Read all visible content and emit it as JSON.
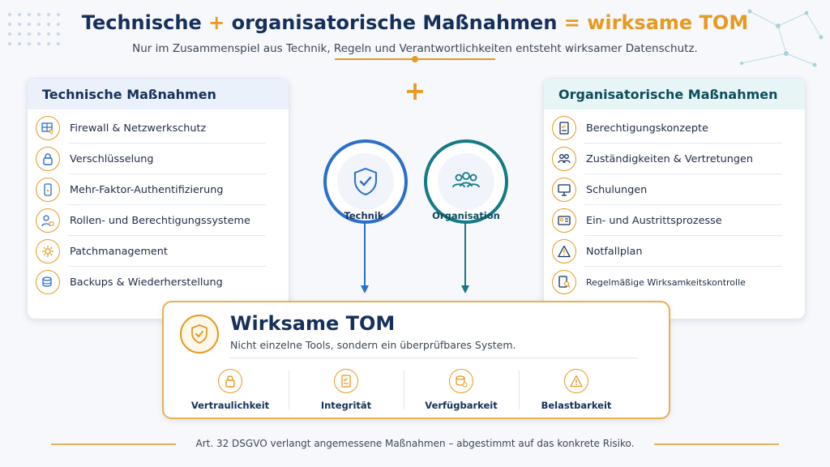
{
  "header": {
    "title_part1": "Technische",
    "title_plus": "+",
    "title_part2": "organisatorische Maßnahmen",
    "title_equals": "=",
    "title_part3": "wirksame TOM",
    "subtitle": "Nur im Zusammenspiel aus Technik, Regeln und Verantwortlichkeiten entsteht wirksamer Datenschutz."
  },
  "technical": {
    "heading": "Technische Maßnahmen",
    "items": [
      {
        "label": "Firewall & Netzwerkschutz",
        "icon": "firewall-icon"
      },
      {
        "label": "Verschlüsselung",
        "icon": "lock-icon"
      },
      {
        "label": "Mehr-Faktor-Authentifizierung",
        "icon": "phone-key-icon"
      },
      {
        "label": "Rollen- und Berechtigungssysteme",
        "icon": "user-lock-icon"
      },
      {
        "label": "Patchmanagement",
        "icon": "gear-icon"
      },
      {
        "label": "Backups & Wiederherstellung",
        "icon": "database-restore-icon"
      }
    ]
  },
  "organizational": {
    "heading": "Organisatorische Maßnahmen",
    "items": [
      {
        "label": "Berechtigungskonzepte",
        "icon": "checklist-icon"
      },
      {
        "label": "Zuständigkeiten & Vertretungen",
        "icon": "people-icon"
      },
      {
        "label": "Schulungen",
        "icon": "presentation-icon"
      },
      {
        "label": "Ein- und Austrittsprozesse",
        "icon": "id-card-icon"
      },
      {
        "label": "Notfallplan",
        "icon": "warning-icon"
      },
      {
        "label": "Regelmäßige Wirksamkeitskontrolle",
        "icon": "document-search-icon"
      }
    ]
  },
  "center": {
    "plus": "+",
    "technik_label": "Technik",
    "organisation_label": "Organisation"
  },
  "tom": {
    "title": "Wirksame TOM",
    "subtitle": "Nicht einzelne Tools, sondern ein überprüfbares System.",
    "pillars": [
      {
        "label": "Vertraulichkeit",
        "icon": "lock-icon"
      },
      {
        "label": "Integrität",
        "icon": "checklist-icon"
      },
      {
        "label": "Verfügbarkeit",
        "icon": "database-refresh-icon"
      },
      {
        "label": "Belastbarkeit",
        "icon": "warning-icon"
      }
    ]
  },
  "footer": {
    "text": "Art. 32 DSGVO verlangt angemessene Maßnahmen – abgestimmt auf das konkrete Risiko."
  },
  "colors": {
    "navy": "#15305a",
    "accent_orange": "#e59a22",
    "tech_blue": "#2a6fc9",
    "org_teal": "#137a86"
  }
}
